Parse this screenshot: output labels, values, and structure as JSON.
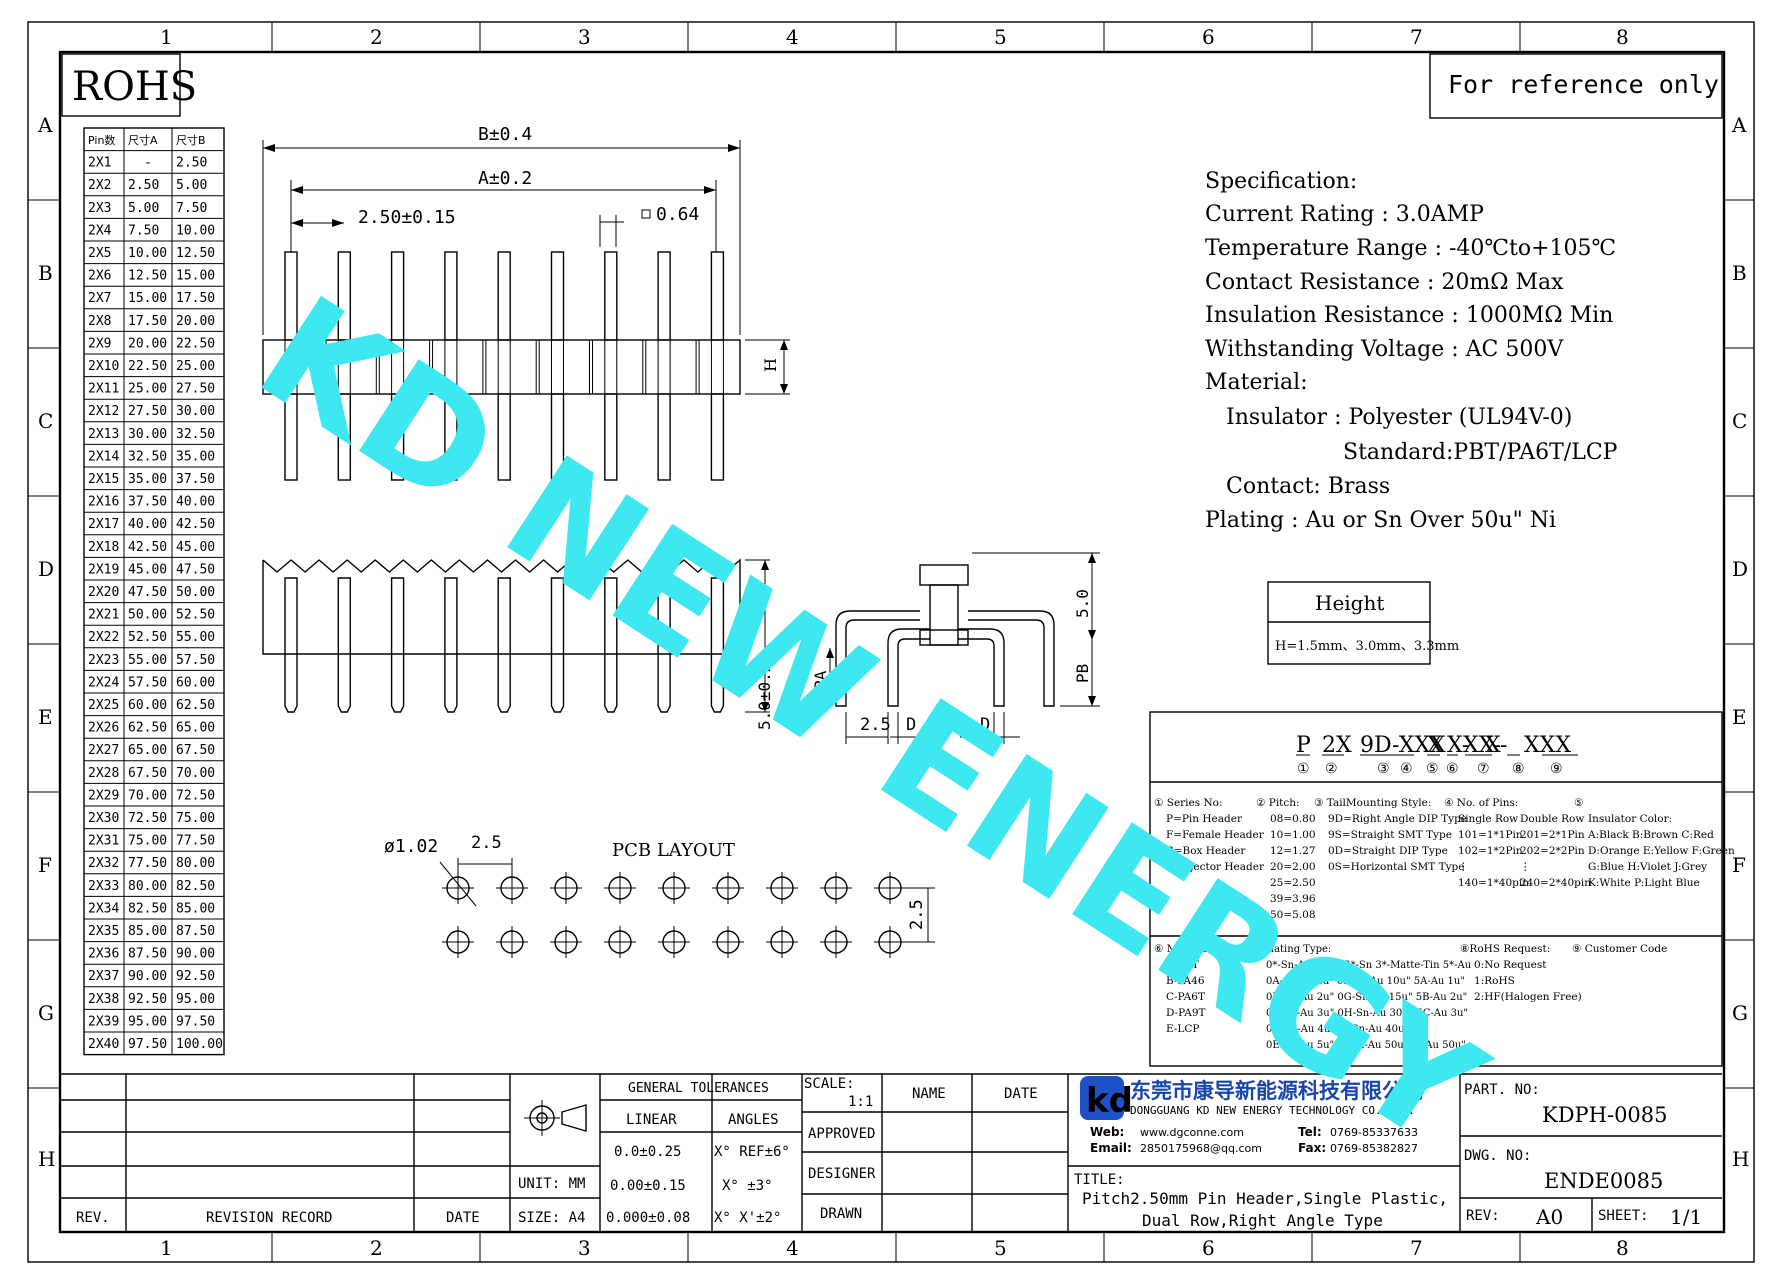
{
  "frame": {
    "columns": [
      "1",
      "2",
      "3",
      "4",
      "5",
      "6",
      "7",
      "8"
    ],
    "rows": [
      "A",
      "B",
      "C",
      "D",
      "E",
      "F",
      "G",
      "H"
    ]
  },
  "rohs": "ROHS",
  "reference": "For reference only",
  "watermark": "KD NEW ENERGY",
  "pin_table": {
    "headers": [
      "Pin数",
      "尺寸A",
      "尺寸B"
    ],
    "rows": [
      [
        "2X1",
        "-",
        "2.50"
      ],
      [
        "2X2",
        "2.50",
        "5.00"
      ],
      [
        "2X3",
        "5.00",
        "7.50"
      ],
      [
        "2X4",
        "7.50",
        "10.00"
      ],
      [
        "2X5",
        "10.00",
        "12.50"
      ],
      [
        "2X6",
        "12.50",
        "15.00"
      ],
      [
        "2X7",
        "15.00",
        "17.50"
      ],
      [
        "2X8",
        "17.50",
        "20.00"
      ],
      [
        "2X9",
        "20.00",
        "22.50"
      ],
      [
        "2X10",
        "22.50",
        "25.00"
      ],
      [
        "2X11",
        "25.00",
        "27.50"
      ],
      [
        "2X12",
        "27.50",
        "30.00"
      ],
      [
        "2X13",
        "30.00",
        "32.50"
      ],
      [
        "2X14",
        "32.50",
        "35.00"
      ],
      [
        "2X15",
        "35.00",
        "37.50"
      ],
      [
        "2X16",
        "37.50",
        "40.00"
      ],
      [
        "2X17",
        "40.00",
        "42.50"
      ],
      [
        "2X18",
        "42.50",
        "45.00"
      ],
      [
        "2X19",
        "45.00",
        "47.50"
      ],
      [
        "2X20",
        "47.50",
        "50.00"
      ],
      [
        "2X21",
        "50.00",
        "52.50"
      ],
      [
        "2X22",
        "52.50",
        "55.00"
      ],
      [
        "2X23",
        "55.00",
        "57.50"
      ],
      [
        "2X24",
        "57.50",
        "60.00"
      ],
      [
        "2X25",
        "60.00",
        "62.50"
      ],
      [
        "2X26",
        "62.50",
        "65.00"
      ],
      [
        "2X27",
        "65.00",
        "67.50"
      ],
      [
        "2X28",
        "67.50",
        "70.00"
      ],
      [
        "2X29",
        "70.00",
        "72.50"
      ],
      [
        "2X30",
        "72.50",
        "75.00"
      ],
      [
        "2X31",
        "75.00",
        "77.50"
      ],
      [
        "2X32",
        "77.50",
        "80.00"
      ],
      [
        "2X33",
        "80.00",
        "82.50"
      ],
      [
        "2X34",
        "82.50",
        "85.00"
      ],
      [
        "2X35",
        "85.00",
        "87.50"
      ],
      [
        "2X36",
        "87.50",
        "90.00"
      ],
      [
        "2X37",
        "90.00",
        "92.50"
      ],
      [
        "2X38",
        "92.50",
        "95.00"
      ],
      [
        "2X39",
        "95.00",
        "97.50"
      ],
      [
        "2X40",
        "97.50",
        "100.00"
      ]
    ]
  },
  "dims": {
    "b": "B±0.4",
    "a": "A±0.2",
    "pitch": "2.50±0.15",
    "sq": "0.64",
    "h": "H",
    "side_h": "5.0±0.2",
    "side_5": "5.0",
    "pa": "PA",
    "pb": "PB",
    "d1": "D",
    "d2": "D",
    "s25": "2.5",
    "hole": "ø1.02",
    "pcb_pitch": "2.5",
    "pcb_row": "2.5",
    "pcb_title": "PCB LAYOUT"
  },
  "spec": {
    "lines": [
      "Specification:",
      "Current Rating : 3.0AMP",
      "Temperature Range : -40℃to+105℃",
      "Contact Resistance : 20mΩ Max",
      "Insulation Resistance : 1000MΩ Min",
      "Withstanding Voltage : AC 500V",
      "Material:",
      "Insulator : Polyester (UL94V-0)",
      "Standard:PBT/PA6T/LCP",
      "Contact: Brass",
      "Plating : Au or Sn Over 50u\" Ni"
    ]
  },
  "height_box": {
    "title": "Height",
    "value": "H=1.5mm、3.0mm、3.3mm"
  },
  "part_code": {
    "segments": [
      "P",
      "2X",
      "9D-XXX",
      "X",
      "X-",
      "XX-",
      "X-",
      "XXX"
    ],
    "nums": [
      "①",
      "②",
      "③",
      "④",
      "⑤",
      "⑥",
      "⑦",
      "⑧",
      "⑨"
    ]
  },
  "legend_top": {
    "c1": [
      "① Series No:",
      "P=Pin Header",
      "F=Female Header",
      "B=Box Header",
      "E=Ejector Header"
    ],
    "c2": [
      "② Pitch:",
      "08=0.80",
      "10=1.00",
      "12=1.27",
      "20=2.00",
      "25=2.50",
      "39=3.96",
      "50=5.08"
    ],
    "c3": [
      "③ TailMounting Style:",
      "9D=Right Angle DIP Type",
      "9S=Straight SMT Type",
      "0D=Straight DIP Type",
      "0S=Horizontal SMT Type"
    ],
    "c4": [
      "④ No. of Pins:",
      "Single Row",
      "101=1*1Pin",
      "102=1*2Pin",
      "⋮",
      "140=1*40pin"
    ],
    "c5": [
      "Double Row",
      "201=2*1Pin",
      "202=2*2Pin",
      "⋮",
      "240=2*40pin"
    ],
    "c6": [
      "⑤",
      "Insulator Color:",
      "A:Black  B:Brown  C:Red",
      "D:Orange E:Yellow F:Green",
      "G:Blue   H:Violet J:Grey",
      "K:White  P:Light Blue"
    ]
  },
  "legend_bottom": {
    "c1": [
      "⑥ Material Type:",
      "A-PBT",
      "B-PA46",
      "C-PA6T",
      "D-PA9T",
      "E-LCP"
    ],
    "c2": [
      "⑦ Plating Type:",
      "0*-Sn-Au 1*-Ni 2*-Sn 3*-Matte-Tin 5*-Au",
      "0A-Sn-Au 1u\" 0F-Sn-Au 10u\" 5A-Au 1u\"",
      "0B-Sn-Au 2u\" 0G-Sn-Au 15u\" 5B-Au 2u\"",
      "0C-Sn-Au 3u\" 0H-Sn-Au 30u\" 6C-Au 3u\"",
      "0D-Sn-Au 4u\" 0I-Sn-Au 40u\"   ⋮",
      "0E-Sn-Au 5u\" 0J-Sn-Au 50u\" 5J-Au 50u\""
    ],
    "c3": [
      "⑧RoHS Request:",
      "0:No Request",
      "1:RoHS",
      "2:HF(Halogen Free)"
    ],
    "c4": [
      "⑨ Customer Code"
    ]
  },
  "title_block": {
    "rev": "REV.",
    "revision_record": "REVISION RECORD",
    "date": "DATE",
    "gen_tol": "GENERAL TOLERANCES",
    "linear": "LINEAR",
    "angles": "ANGLES",
    "lin1": "0.0±0.25",
    "lin2": "0.00±0.15",
    "lin3": "0.000±0.08",
    "ang1": "X° REF±6°",
    "ang2": "X° ±3°",
    "ang3": "X° X'±2°",
    "unit": "UNIT: MM",
    "size": "SIZE: A4",
    "scale_label": "SCALE:",
    "scale_value": "1:1",
    "name": "NAME",
    "date2": "DATE",
    "approved": "APPROVED",
    "designer": "DESIGNER",
    "drawn": "DRAWN",
    "company_cn": "东莞市康导新能源科技有限公司",
    "company_en": "DONGGUANG KD NEW ENERGY TECHNOLOGY CO.,LTD.",
    "web_label": "Web:",
    "web": "www.dgconne.com",
    "tel_label": "Tel:",
    "tel": "0769-85337633",
    "email_label": "Email:",
    "email": "2850175968@qq.com",
    "fax_label": "Fax:",
    "fax": "0769-85382827",
    "title_label": "TITLE:",
    "title_l1": "Pitch2.50mm Pin Header,Single Plastic,",
    "title_l2": "Dual Row,Right Angle Type",
    "part_label": "PART. NO:",
    "part_no": "KDPH-0085",
    "dwg_label": "DWG. NO:",
    "dwg_no": "ENDE0085",
    "rev_label": "REV:",
    "rev_value": "A0",
    "sheet_label": "SHEET:",
    "sheet_value": "1/1"
  },
  "colors": {
    "watermark": "#3ee8f0",
    "logo": "#1e50c8",
    "company": "#1a46a8"
  }
}
